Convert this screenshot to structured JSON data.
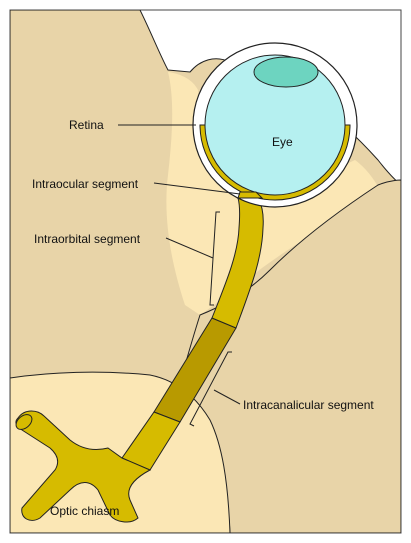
{
  "labels": {
    "retina": "Retina",
    "eye": "Eye",
    "intraocular": "Intraocular segment",
    "intraorbital": "Intraorbital segment",
    "intracanalicular": "Intracanalicular segment",
    "optic_chiasm": "Optic chiasm"
  },
  "colors": {
    "bone": "#e8d4a8",
    "orbit_fat": "#fbe7b5",
    "eye_fill": "#b5f0f0",
    "lens": "#6dd4c0",
    "nerve": "#d6bb00",
    "canal_nerve": "#b89a00",
    "outline": "#222222"
  }
}
